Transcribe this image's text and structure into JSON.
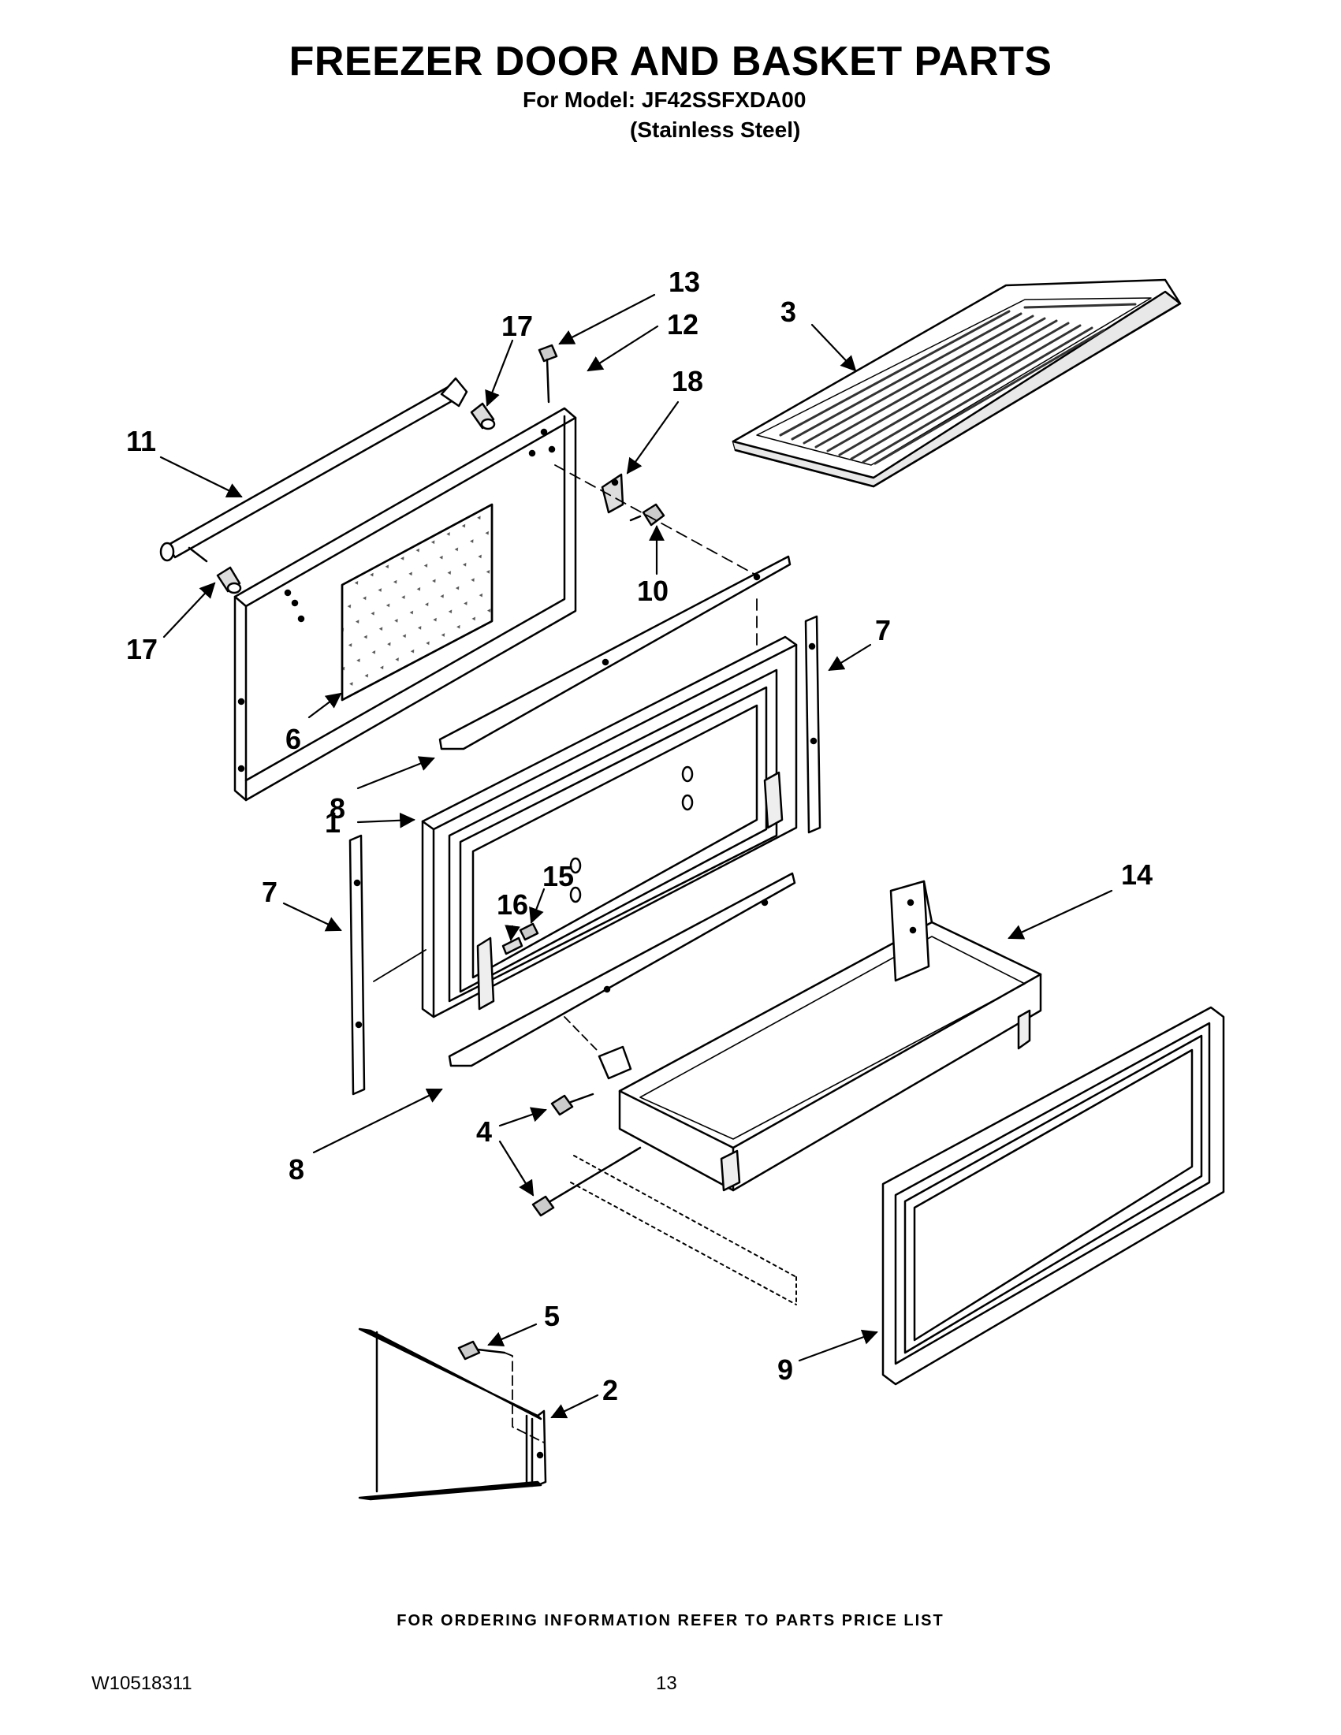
{
  "header": {
    "title": "FREEZER DOOR AND BASKET PARTS",
    "model_line": "For Model: JF42SSFXDA00",
    "finish_line": "(Stainless Steel)"
  },
  "callouts": [
    "13",
    "12",
    "17",
    "18",
    "3",
    "11",
    "10",
    "17",
    "7",
    "6",
    "8",
    "1",
    "15",
    "16",
    "7",
    "14",
    "4",
    "8",
    "5",
    "2",
    "9"
  ],
  "footer": {
    "ordering_note": "FOR ORDERING INFORMATION REFER TO PARTS PRICE LIST",
    "doc_id": "W10518311",
    "page_number": "13"
  }
}
